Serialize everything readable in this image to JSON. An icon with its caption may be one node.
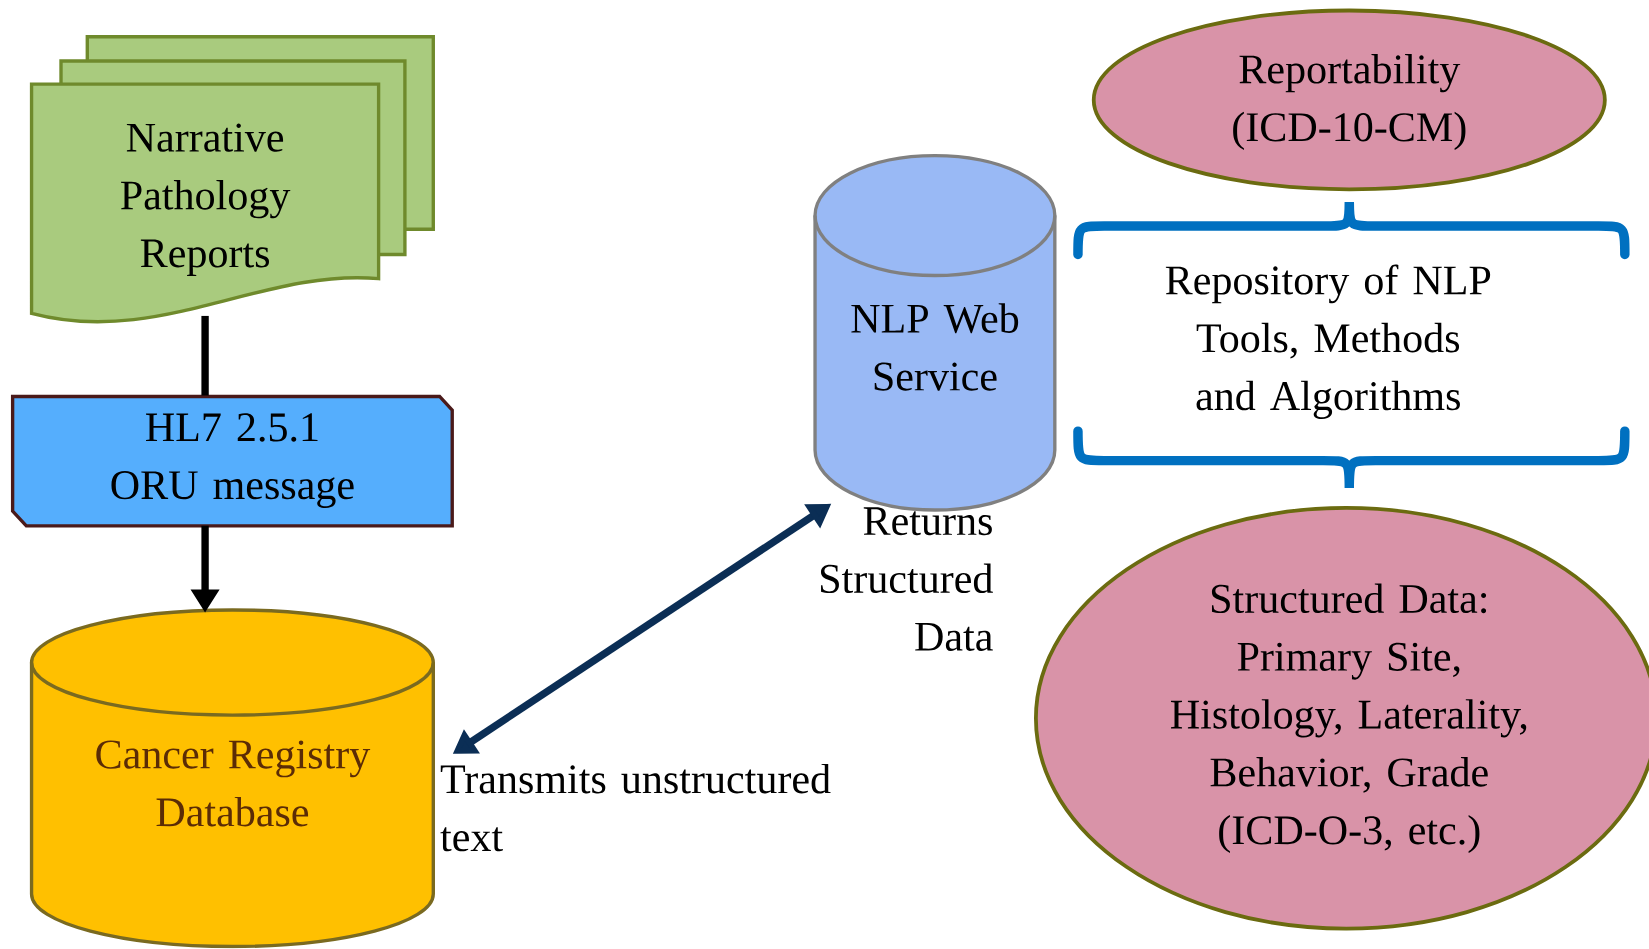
{
  "diagram": {
    "nodes": [
      {
        "text": [
          "Narrative Pathology Reports"
        ]
      },
      {
        "text": [
          "HL7 2.5.1 ORU message"
        ]
      },
      {
        "text": [
          "Cancer Registry Database"
        ]
      },
      {
        "text": [
          "NLP Web Service"
        ]
      },
      {
        "text": [
          "Reportability (ICD-10-CM)"
        ]
      },
      {
        "text": [
          "Structured Data: Primary Site, Histology, Laterality, Behavior, Grade (ICD-O-3, etc.)"
        ]
      }
    ],
    "edges": [
      {
        "from": 0,
        "to": 1,
        "arrow": "none"
      },
      {
        "from": 1,
        "to": 2,
        "arrow": "to"
      },
      {
        "from": 2,
        "to": 3,
        "arrow": "both",
        "color": "#0b2e55"
      }
    ],
    "labels": [
      "Repository of NLP Tools, Methods and Algorithms",
      "Returns Structured Data",
      "Transmits unstructured text"
    ]
  }
}
